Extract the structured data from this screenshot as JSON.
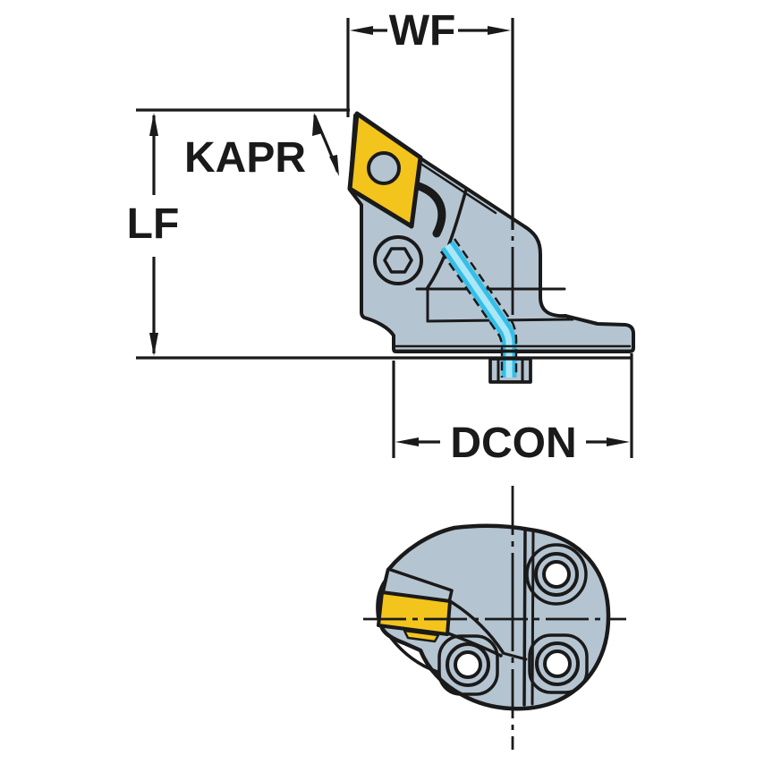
{
  "labels": {
    "wf": "WF",
    "kapr": "KAPR",
    "lf": "LF",
    "dcon": "DCON"
  },
  "colors": {
    "background": "#ffffff",
    "line": "#1a1a1a",
    "tool_body": "#b5c4d1",
    "insert": "#f3c41c",
    "coolant": "#35bfe8",
    "coolant_light": "#a9e7f8",
    "hole": "#ffffff"
  }
}
